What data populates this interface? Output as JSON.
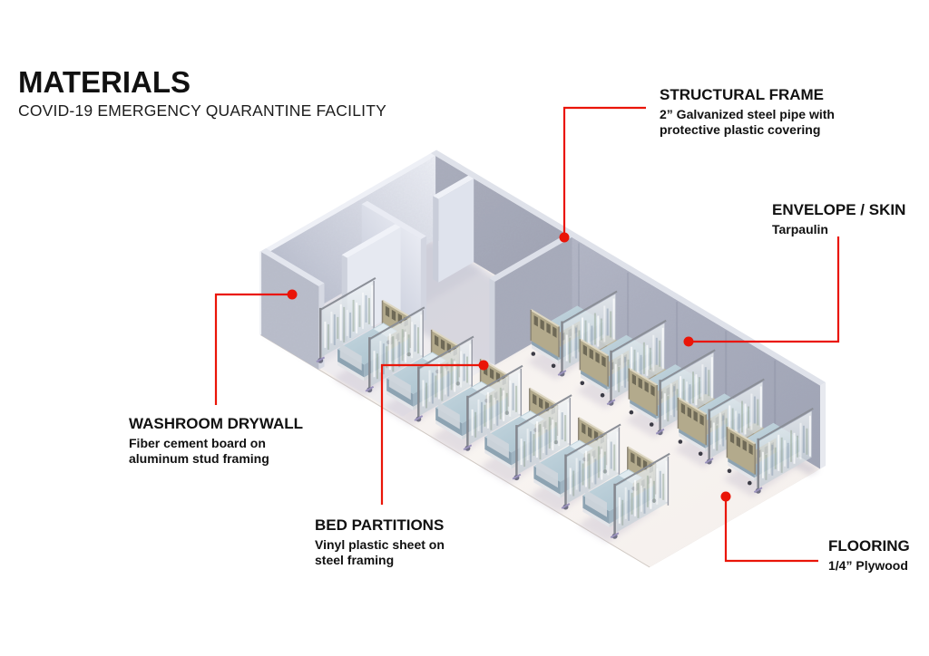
{
  "header": {
    "title": "MATERIALS",
    "subtitle": "COVID-19 EMERGENCY QUARANTINE FACILITY"
  },
  "callouts": [
    {
      "id": "structural-frame",
      "title": "STRUCTURAL FRAME",
      "lines": [
        "2” Galvanized steel pipe with",
        "protective plastic covering"
      ]
    },
    {
      "id": "envelope-skin",
      "title": "ENVELOPE / SKIN",
      "lines": [
        "Tarpaulin"
      ]
    },
    {
      "id": "washroom-drywall",
      "title": "WASHROOM DRYWALL",
      "lines": [
        "Fiber cement board on",
        "aluminum stud framing"
      ]
    },
    {
      "id": "bed-partitions",
      "title": "BED PARTITIONS",
      "lines": [
        "Vinyl plastic sheet on",
        "steel framing"
      ]
    },
    {
      "id": "flooring",
      "title": "FLOORING",
      "lines": [
        "1/4” Plywood"
      ]
    }
  ],
  "scene": {
    "type": "isometric-rendering",
    "subject": "COVID-19 emergency quarantine ward cutaway with washroom block and bed rows"
  },
  "colors": {
    "accent": "#ea1508",
    "text": "#111111",
    "background": "#ffffff"
  }
}
